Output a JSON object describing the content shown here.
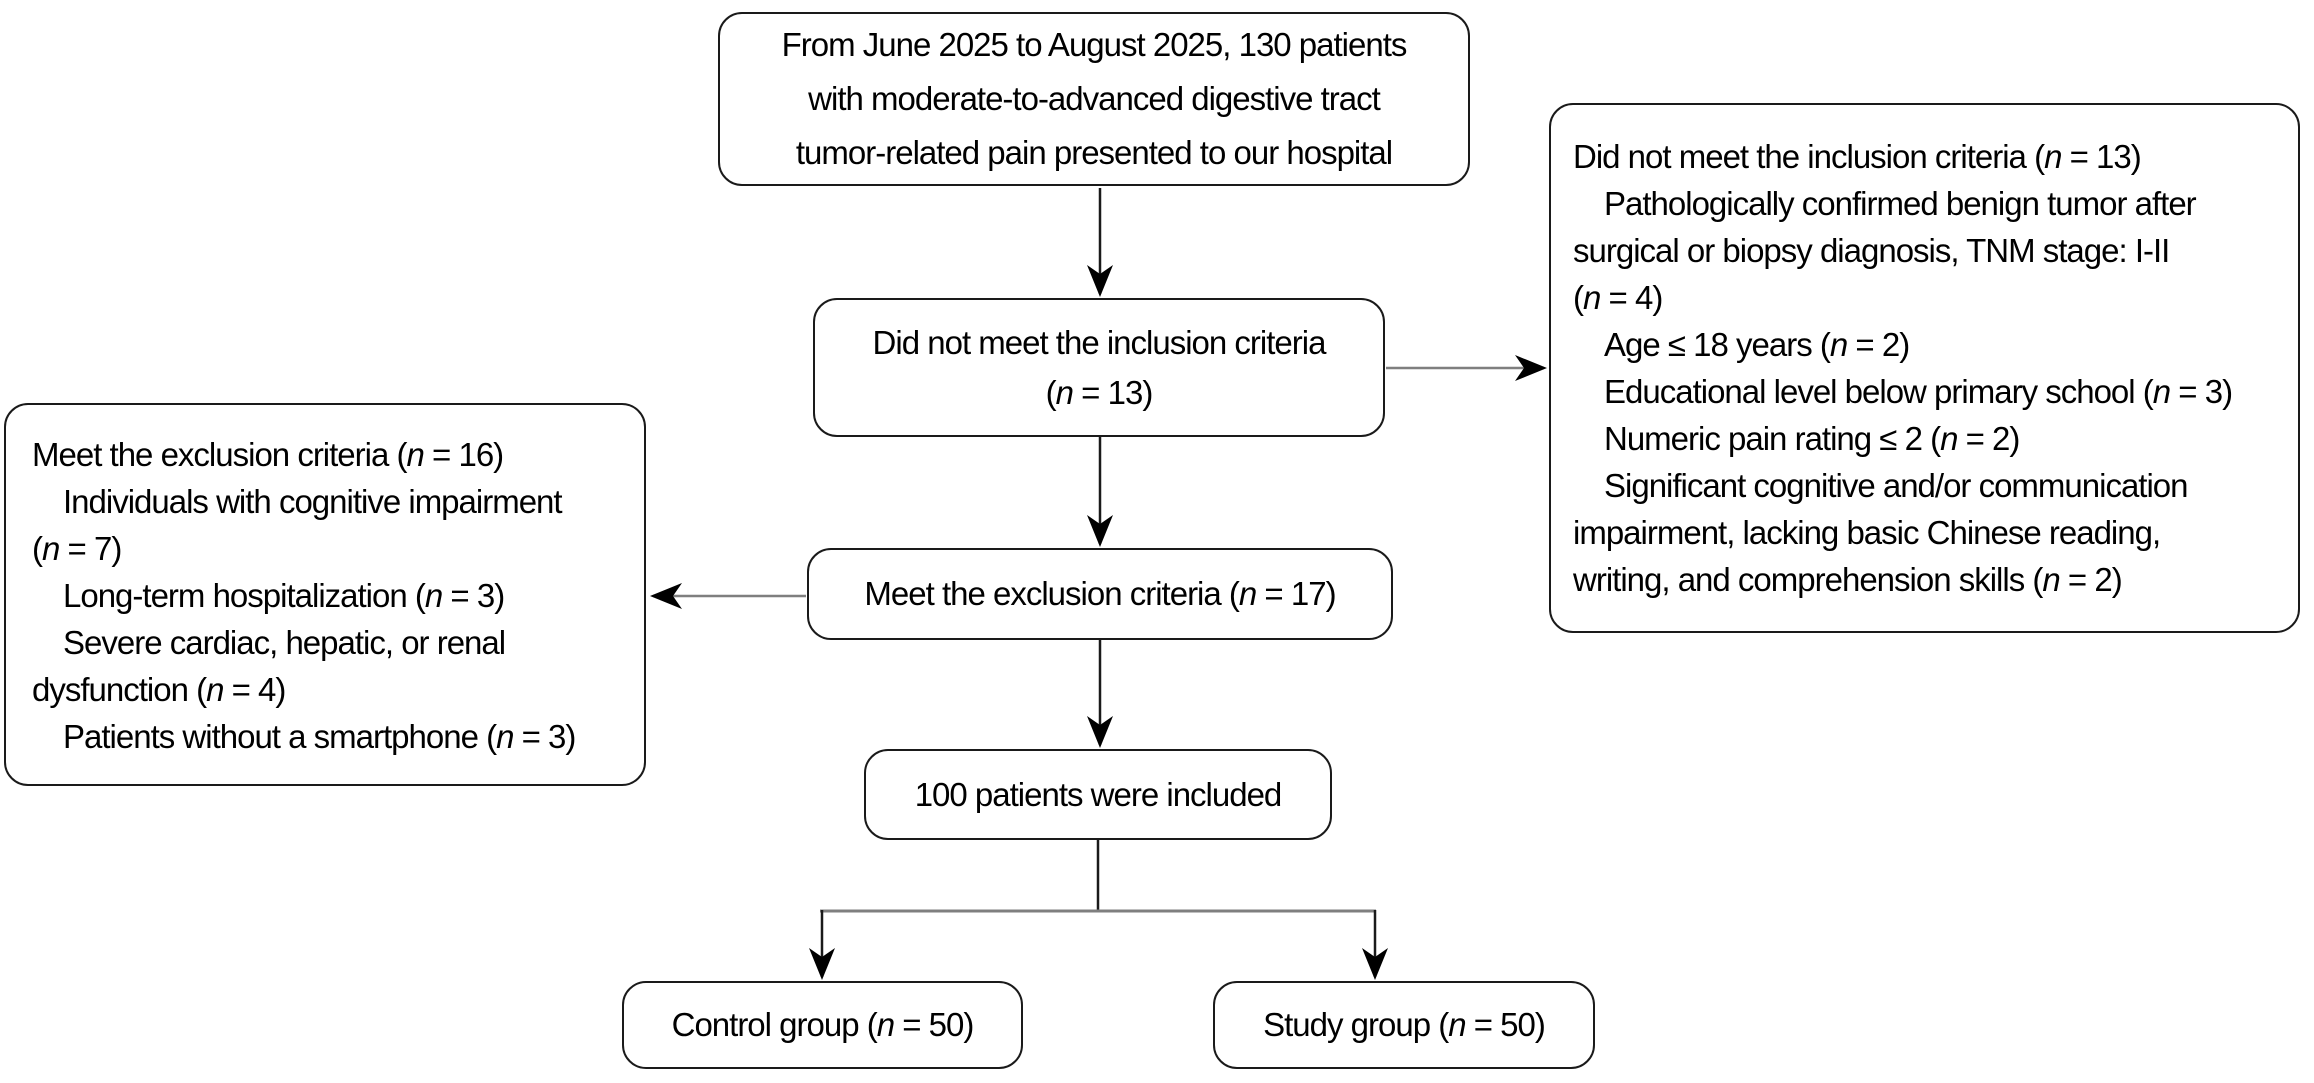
{
  "figure": {
    "title": "Patient enrollment flowchart",
    "colors": {
      "background": "#ffffff",
      "text": "#000000",
      "box_border": "#1a1a1a",
      "arrow_black": "#1a1a1a",
      "connector_gray": "#7f7f7f"
    }
  },
  "boxes": {
    "patient_source": {
      "lines": [
        "From June 2025 to August 2025, 130 patients",
        "with moderate-to-advanced digestive tract",
        "tumor-related pain presented to our hospital"
      ]
    },
    "did_not_meet_inclusion": {
      "lines": [
        "Did not meet the inclusion criteria",
        "(n = 13)"
      ]
    },
    "inclusion_criteria_details": {
      "lines": [
        "Did not meet the inclusion criteria (n = 13)",
        "  Pathologically confirmed benign tumor after",
        "surgical or biopsy diagnosis, TNM stage: I-II",
        "(n = 4)",
        "  Age ≤ 18 years (n = 2)",
        "  Educational level below primary school (n = 3)",
        "  Numeric pain rating ≤ 2 (n = 2)",
        "  Significant cognitive and/or communication",
        "impairment, lacking basic Chinese reading,",
        "writing, and comprehension skills (n = 2)"
      ]
    },
    "meet_exclusion": {
      "lines": [
        "Meet the exclusion criteria (n = 17)"
      ]
    },
    "exclusion_criteria_details": {
      "lines": [
        "Meet the exclusion criteria (n = 16)",
        "  Individuals with cognitive impairment",
        "(n = 7)",
        "  Long-term hospitalization (n = 3)",
        "  Severe cardiac, hepatic, or renal",
        "dysfunction (n = 4)",
        "  Patients without a smartphone (n = 3)"
      ]
    },
    "patients_included": {
      "lines": [
        "100 patients were included"
      ]
    },
    "control_group": {
      "lines": [
        "Control group (n = 50)"
      ]
    },
    "study_group": {
      "lines": [
        "Study group (n = 50)"
      ]
    }
  },
  "edges": [
    {
      "from": "patient_source",
      "to": "did_not_meet_inclusion"
    },
    {
      "from": "did_not_meet_inclusion",
      "to": "inclusion_criteria_details"
    },
    {
      "from": "did_not_meet_inclusion",
      "to": "meet_exclusion"
    },
    {
      "from": "meet_exclusion",
      "to": "exclusion_criteria_details"
    },
    {
      "from": "meet_exclusion",
      "to": "patients_included"
    },
    {
      "from": "patients_included",
      "to": "control_group"
    },
    {
      "from": "patients_included",
      "to": "study_group"
    }
  ]
}
